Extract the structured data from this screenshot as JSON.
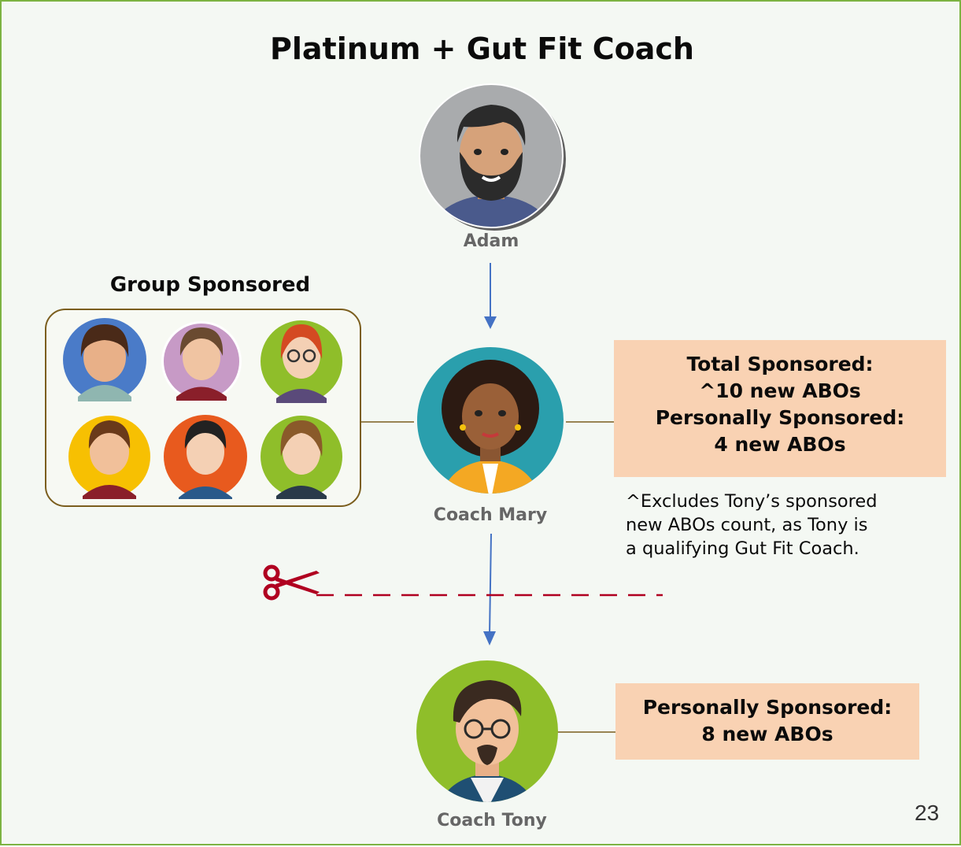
{
  "title": "Platinum + Gut Fit Coach",
  "people": {
    "adam": "Adam",
    "mary": "Coach Mary",
    "tony": "Coach Tony"
  },
  "group": {
    "title": "Group Sponsored"
  },
  "mary_box": {
    "line1": "Total Sponsored:",
    "line2": "^10 new ABOs",
    "line3": "Personally Sponsored:",
    "line4": "4 new ABOs"
  },
  "tony_box": {
    "line1": "Personally Sponsored:",
    "line2": "8 new ABOs"
  },
  "note": {
    "line1": "^Excludes Tony’s sponsored",
    "line2": "new ABOs count, as Tony is",
    "line3": "a qualifying Gut Fit Coach."
  },
  "page_number": "23",
  "colors": {
    "border": "#7cb342",
    "arrow": "#4472c4",
    "connector": "#7b5e1e",
    "cut_line": "#b00020",
    "highlight_box": "#f9d2b3"
  },
  "icons": [
    "scissors-icon"
  ]
}
